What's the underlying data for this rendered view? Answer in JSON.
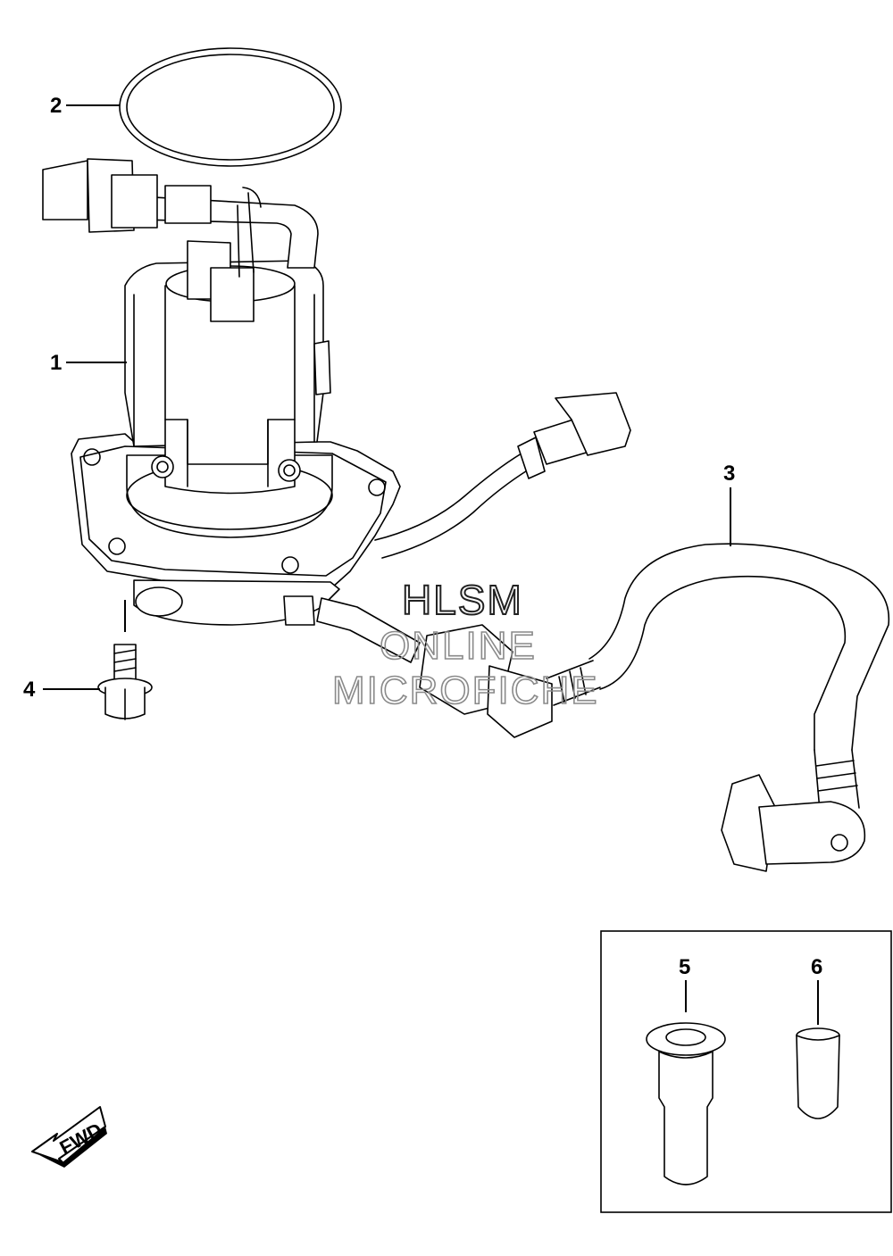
{
  "diagram": {
    "callouts": [
      {
        "id": "1",
        "label": "1"
      },
      {
        "id": "2",
        "label": "2"
      },
      {
        "id": "3",
        "label": "3"
      },
      {
        "id": "4",
        "label": "4"
      },
      {
        "id": "5",
        "label": "5"
      },
      {
        "id": "6",
        "label": "6"
      }
    ],
    "direction_marker": "FWD",
    "watermark": [
      "HLSM",
      "ONLINE",
      "MICROFICHE"
    ]
  }
}
